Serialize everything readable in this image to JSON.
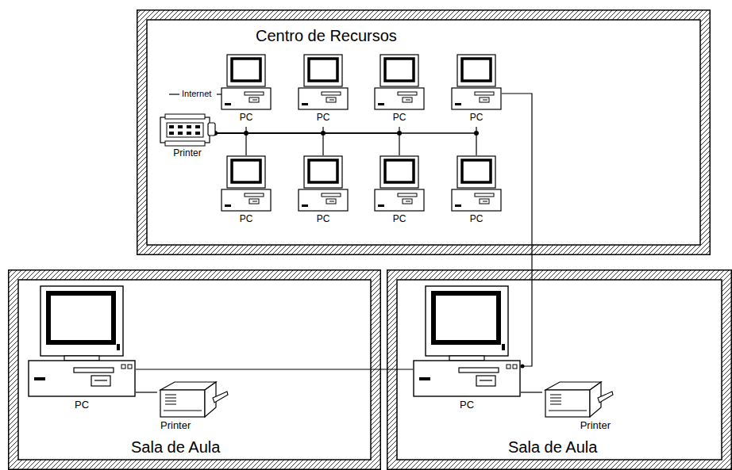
{
  "diagram": {
    "nodes": [
      {
        "text": [
          "Centro de Recursos"
        ]
      },
      {
        "text": [
          "PC"
        ],
        "in": 0
      },
      {
        "text": [
          "PC"
        ],
        "in": 0
      },
      {
        "text": [
          "PC"
        ],
        "in": 0
      },
      {
        "text": [
          "PC"
        ],
        "in": 0
      },
      {
        "text": [
          "Printer"
        ],
        "in": 0
      },
      {
        "text": [
          "PC"
        ],
        "in": 0
      },
      {
        "text": [
          "PC"
        ],
        "in": 0
      },
      {
        "text": [
          "PC"
        ],
        "in": 0
      },
      {
        "text": [
          "PC"
        ],
        "in": 0
      },
      {
        "text": [
          "Sala de Aula"
        ]
      },
      {
        "text": [
          "PC"
        ],
        "in": 10
      },
      {
        "text": [
          "Printer"
        ],
        "in": 10
      },
      {
        "text": [
          "Sala de Aula"
        ]
      },
      {
        "text": [
          "PC"
        ],
        "in": 13
      },
      {
        "text": [
          "Printer"
        ],
        "in": 13
      }
    ],
    "edges": [
      {
        "from": 5,
        "to": 1,
        "arrow": "none"
      },
      {
        "from": 5,
        "to": 2,
        "arrow": "none"
      },
      {
        "from": 5,
        "to": 3,
        "arrow": "none"
      },
      {
        "from": 5,
        "to": 4,
        "arrow": "none"
      },
      {
        "from": 5,
        "to": 6,
        "arrow": "none"
      },
      {
        "from": 5,
        "to": 7,
        "arrow": "none"
      },
      {
        "from": 5,
        "to": 8,
        "arrow": "none"
      },
      {
        "from": 5,
        "to": 9,
        "arrow": "none"
      },
      {
        "from": 4,
        "to": 14,
        "arrow": "none"
      },
      {
        "from": 11,
        "to": 14,
        "arrow": "none"
      },
      {
        "from": 11,
        "to": 12,
        "arrow": "none"
      },
      {
        "from": 14,
        "to": 15,
        "arrow": "none"
      }
    ],
    "labels": [
      "Internet"
    ]
  }
}
